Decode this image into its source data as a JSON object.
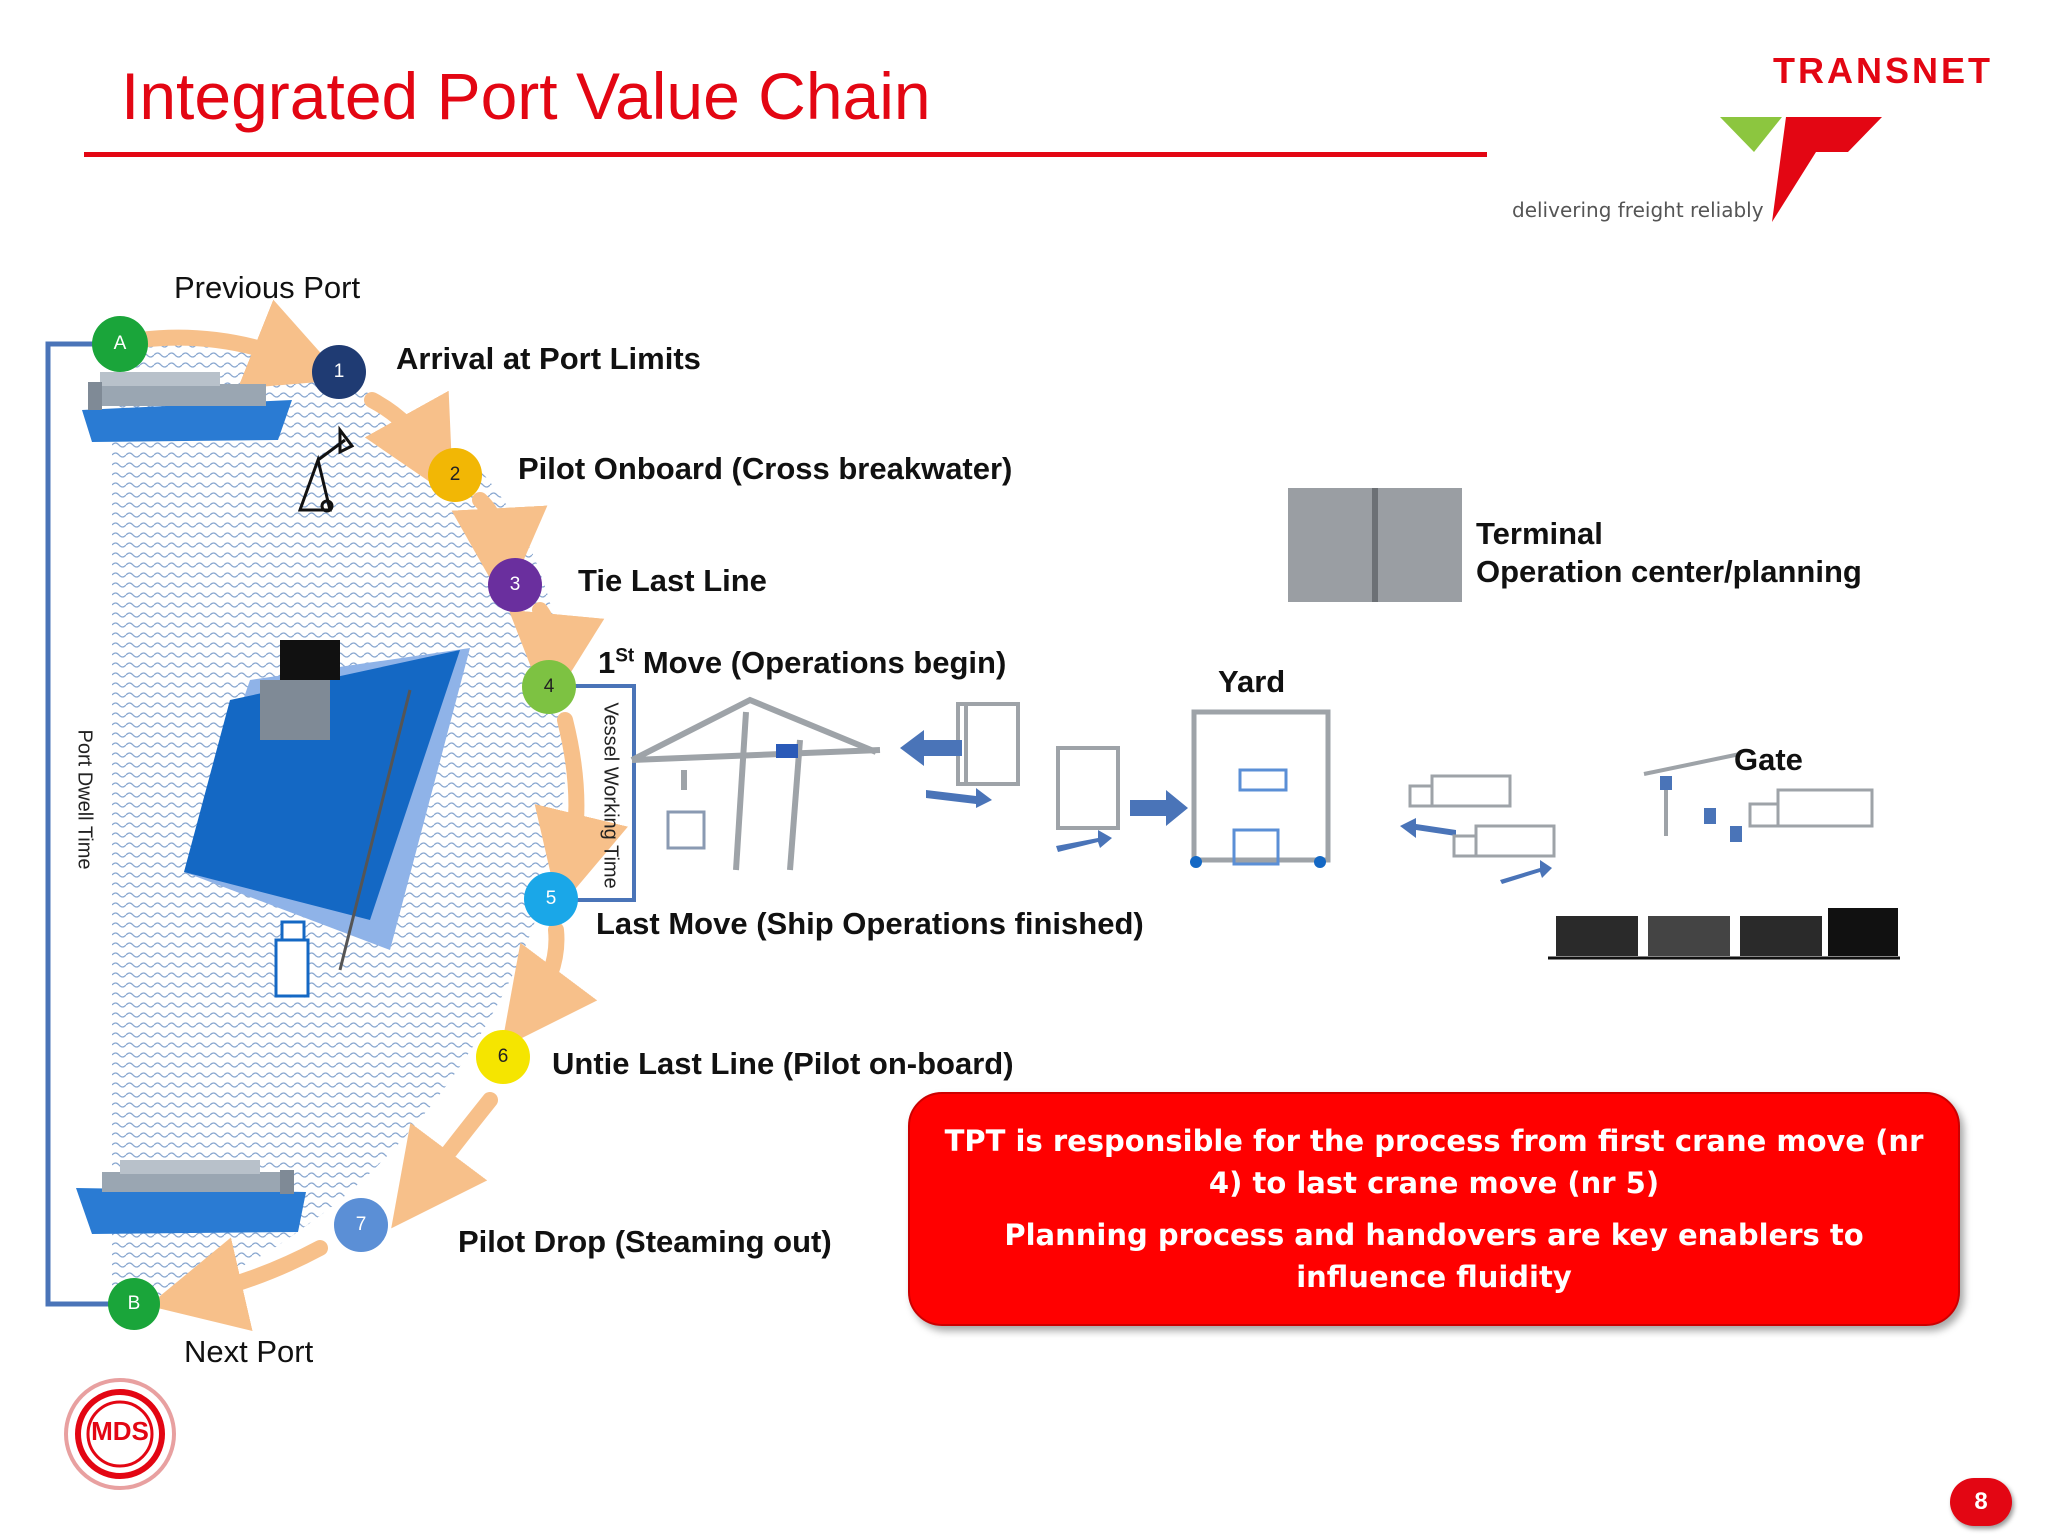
{
  "header": {
    "title": "Integrated Port Value Chain",
    "brand": "TRANSNET",
    "tagline": "delivering freight reliably"
  },
  "ports": {
    "previous": "Previous Port",
    "next": "Next Port",
    "start_marker": "A",
    "end_marker": "B"
  },
  "steps": [
    {
      "num": "1",
      "label": "Arrival at Port Limits",
      "color": "#1f3b73"
    },
    {
      "num": "2",
      "label": "Pilot Onboard (Cross breakwater)",
      "color": "#f2b705"
    },
    {
      "num": "3",
      "label": "Tie Last Line",
      "color": "#6a2f9e"
    },
    {
      "num": "4",
      "label_prefix": "1",
      "label_sup": "St",
      "label_rest": " Move (Operations begin)",
      "color": "#7dc242"
    },
    {
      "num": "5",
      "label": "Last Move (Ship Operations finished)",
      "color": "#1aa7e8"
    },
    {
      "num": "6",
      "label": "Untie Last Line (Pilot on-board)",
      "color": "#f5e500"
    },
    {
      "num": "7",
      "label": "Pilot Drop (Steaming out)",
      "color": "#5b8fd6"
    }
  ],
  "markers_color": "#1aa53a",
  "side_labels": {
    "port_dwell": "Port Dwell Time",
    "vessel_working": "Vessel Working Time"
  },
  "facilities": {
    "terminal": "Terminal",
    "operation_center": "Operation center/planning",
    "yard": "Yard",
    "gate": "Gate"
  },
  "callout": {
    "line1": "TPT is responsible for the process from first crane move (nr 4) to last crane move (nr 5)",
    "line2": "Planning process and handovers are key enablers to influence fluidity"
  },
  "footer": {
    "logo": "MDS",
    "page_number": "8"
  }
}
